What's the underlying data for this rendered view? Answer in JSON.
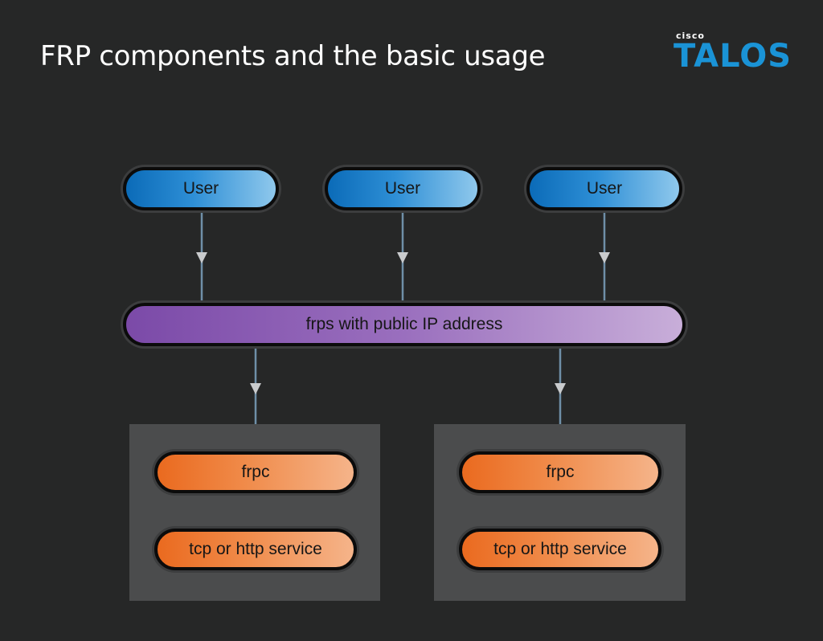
{
  "header": {
    "title": "FRP components and the basic usage"
  },
  "logo": {
    "brand_top": "cisco",
    "brand_main": "TALOS",
    "color": "#1a93d6"
  },
  "diagram": {
    "users": [
      {
        "label": "User"
      },
      {
        "label": "User"
      },
      {
        "label": "User"
      }
    ],
    "server": {
      "label": "frps with public IP address"
    },
    "clients": [
      {
        "frpc_label": "frpc",
        "service_label": "tcp or http service"
      },
      {
        "frpc_label": "frpc",
        "service_label": "tcp or http service"
      }
    ],
    "colors": {
      "user": "#2e8fd6",
      "server": "#9a6fbe",
      "client": "#f08b4a",
      "box": "#4b4c4d",
      "connector": "#6f8fa8",
      "background": "#262727"
    }
  }
}
